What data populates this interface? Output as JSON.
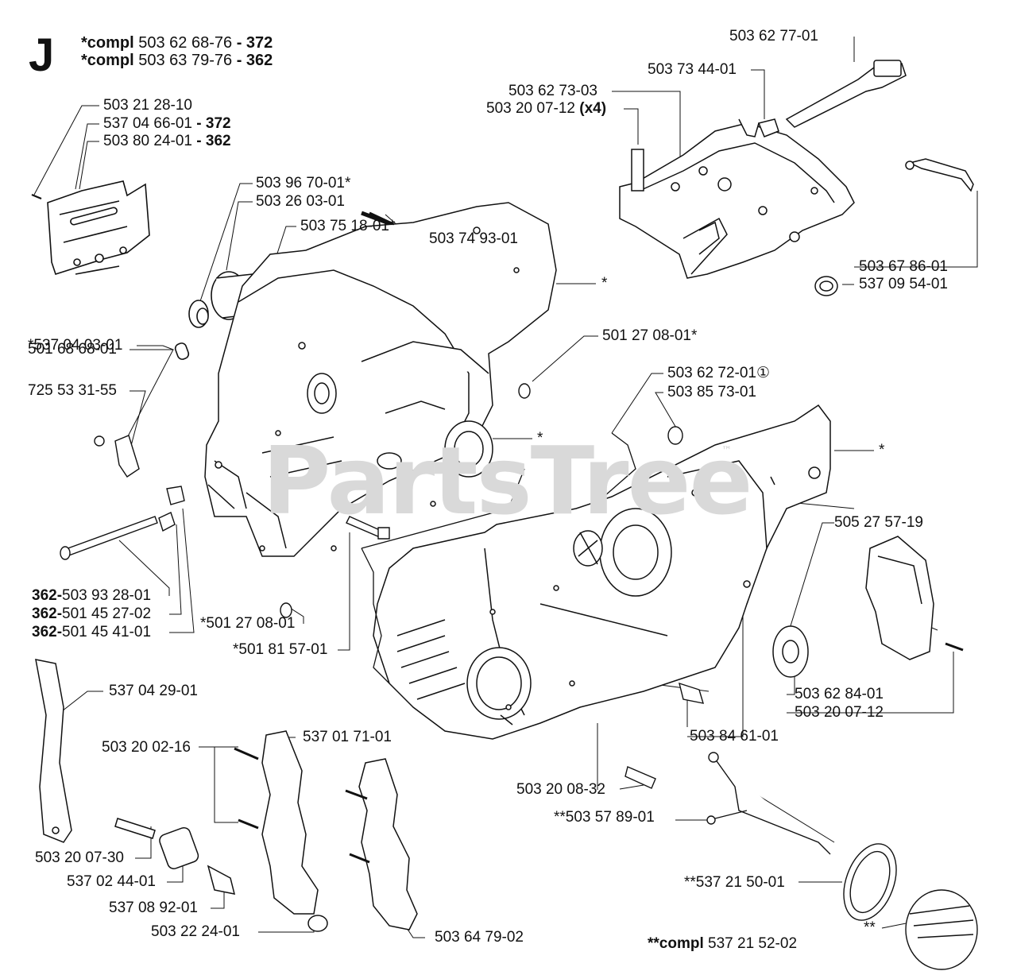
{
  "section_letter": "J",
  "watermark": "PartsTree",
  "trademark": "™",
  "header_lines": [
    {
      "prefix": "*compl",
      "number": "503 62 68-76",
      "sep": " - ",
      "model": "372"
    },
    {
      "prefix": "*compl",
      "number": "503 63 79-76",
      "sep": " - ",
      "model": "362"
    }
  ],
  "labels": [
    {
      "id": "l1",
      "text": "503 62 77-01"
    },
    {
      "id": "l2",
      "text": "503 73 44-01"
    },
    {
      "id": "l3",
      "text": "503 62 73-03"
    },
    {
      "id": "l4",
      "text": "503 20 07-12",
      "suffix": "(x4)"
    },
    {
      "id": "l5",
      "text": "503 21 28-10"
    },
    {
      "id": "l6",
      "text": "537 04 66-01",
      "suffix": "- 372"
    },
    {
      "id": "l7",
      "text": "503 80 24-01",
      "suffix": "- 362"
    },
    {
      "id": "l8",
      "text": "503 96 70-01*"
    },
    {
      "id": "l9",
      "text": "503 26 03-01"
    },
    {
      "id": "l10",
      "text": "503 75 18-01*"
    },
    {
      "id": "l11",
      "text": "503 74 93-01"
    },
    {
      "id": "l12",
      "text": "503 67 86-01"
    },
    {
      "id": "l13",
      "text": "537 09 54-01"
    },
    {
      "id": "l14",
      "text": "*537 04 03-01"
    },
    {
      "id": "l15",
      "text": "501 27 08-01*"
    },
    {
      "id": "l16",
      "text": "501 68 68-01"
    },
    {
      "id": "l17",
      "text": "725 53 31-55"
    },
    {
      "id": "l18",
      "text": "503 62 72-01①"
    },
    {
      "id": "l19",
      "text": "503 85 73-01"
    },
    {
      "id": "l20",
      "text": "*"
    },
    {
      "id": "l21",
      "text": "*"
    },
    {
      "id": "l22",
      "text": "*"
    },
    {
      "id": "l23",
      "text": "505 27 57-19"
    },
    {
      "id": "l24",
      "prefix": "362-",
      "text": "503 93 28-01"
    },
    {
      "id": "l25",
      "prefix": "362-",
      "text": "501 45 27-02"
    },
    {
      "id": "l26",
      "prefix": "362-",
      "text": "501 45 41-01"
    },
    {
      "id": "l27",
      "text": "*501 27 08-01"
    },
    {
      "id": "l28",
      "text": "*501 81 57-01"
    },
    {
      "id": "l29",
      "text": "537 04 29-01"
    },
    {
      "id": "l30",
      "text": "503 62 84-01"
    },
    {
      "id": "l31",
      "text": "503 20 07-12"
    },
    {
      "id": "l32",
      "text": "503 84 61-01"
    },
    {
      "id": "l33",
      "text": "503 20 02-16"
    },
    {
      "id": "l34",
      "text": "537 01 71-01"
    },
    {
      "id": "l35",
      "text": "503 20 08-32"
    },
    {
      "id": "l36",
      "text": "**503 57 89-01"
    },
    {
      "id": "l37",
      "text": "503 20 07-30"
    },
    {
      "id": "l38",
      "text": "537 02 44-01"
    },
    {
      "id": "l39",
      "text": "537 08 92-01"
    },
    {
      "id": "l40",
      "text": "**537 21 50-01"
    },
    {
      "id": "l41",
      "text": "503 22 24-01"
    },
    {
      "id": "l42",
      "text": "503 64 79-02"
    },
    {
      "id": "l43",
      "text": "**"
    }
  ],
  "footer": {
    "prefix": "**compl",
    "number": "537 21 52-02"
  }
}
